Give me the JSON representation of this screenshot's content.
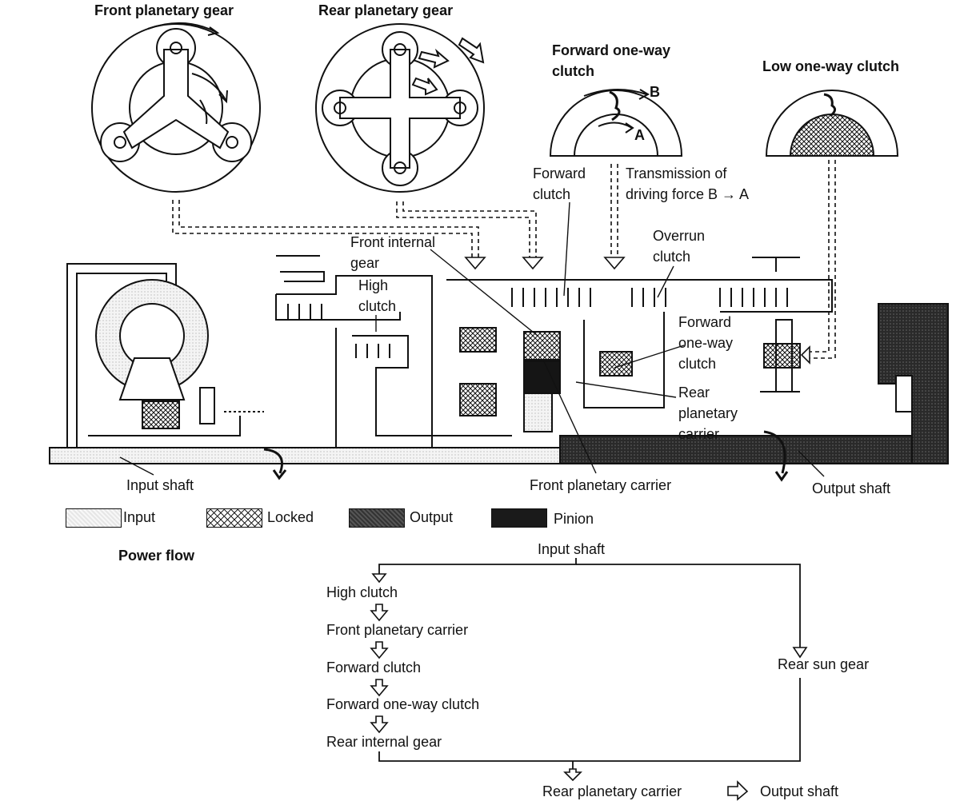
{
  "labels": {
    "front_planetary_gear": "Front planetary gear",
    "rear_planetary_gear": "Rear planetary gear",
    "forward_one_way_clutch_top": "Forward one-way\nclutch",
    "low_one_way_clutch": "Low one-way clutch",
    "marker_b": "B",
    "marker_a": "A",
    "forward_clutch": "Forward\nclutch",
    "transmission_of_driving_force": "Transmission of\ndriving force B → A",
    "front_internal_gear": "Front internal\ngear",
    "high_clutch": "High\nclutch",
    "overrun_clutch": "Overrun\nclutch",
    "forward_one_way_clutch_side": "Forward\none-way\nclutch",
    "rear_planetary_carrier": "Rear\nplanetary\ncarrier",
    "input_shaft": "Input shaft",
    "front_planetary_carrier": "Front planetary carrier",
    "output_shaft": "Output shaft"
  },
  "legend": [
    {
      "label": "Input",
      "style": "input"
    },
    {
      "label": "Locked",
      "style": "locked"
    },
    {
      "label": "Output",
      "style": "output"
    },
    {
      "label": "Pinion",
      "style": "pinion"
    }
  ],
  "power_flow": {
    "title": "Power flow",
    "source": "Input shaft",
    "left_branch": [
      "High clutch",
      "Front planetary carrier",
      "Forward clutch",
      "Forward one-way clutch",
      "Rear internal gear"
    ],
    "right_branch": "Rear sun gear",
    "merge": "Rear planetary carrier",
    "final": "Output shaft"
  },
  "colors": {
    "line": "#111111",
    "input_fill": "#eeeeee",
    "output_fill": "#2b2b2b",
    "pinion_fill": "#151515"
  }
}
